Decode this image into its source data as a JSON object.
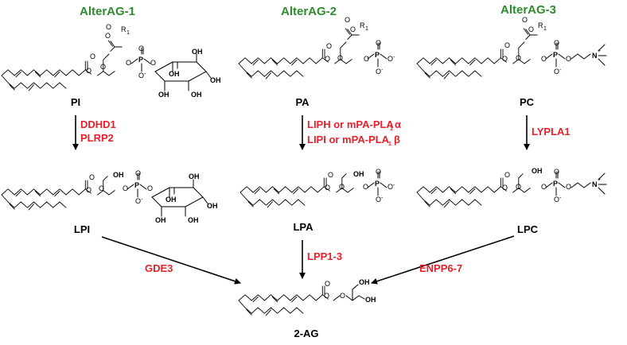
{
  "routes": [
    {
      "title": "AlterAG-1"
    },
    {
      "title": "AlterAG-2"
    },
    {
      "title": "AlterAG-3"
    }
  ],
  "compounds": {
    "pi": "PI",
    "pa": "PA",
    "pc": "PC",
    "lpi": "LPI",
    "lpa": "LPA",
    "lpc": "LPC",
    "ag": "2-AG"
  },
  "enzymes": {
    "ddhd1": "DDHD1",
    "plrp2": "PLRP2",
    "liph_line": "LIPH or mPA-PLA",
    "liph_sub": "1",
    "liph_greek": "α",
    "lipi_line": "LIPI or mPA-PLA",
    "lipi_sub": "1",
    "lipi_greek": "β",
    "lypla1": "LYPLA1",
    "gde3": "GDE3",
    "lpp": "LPP1-3",
    "enpp": "ENPP6-7"
  },
  "atoms": {
    "O": "O",
    "P": "P",
    "N": "N",
    "OH": "OH",
    "R1": "R",
    "sub1": "1",
    "minus": "-",
    "plus": "+"
  },
  "colors": {
    "route_title": "#2e8b2e",
    "enzyme": "#e8202a",
    "structure": "#000000"
  }
}
